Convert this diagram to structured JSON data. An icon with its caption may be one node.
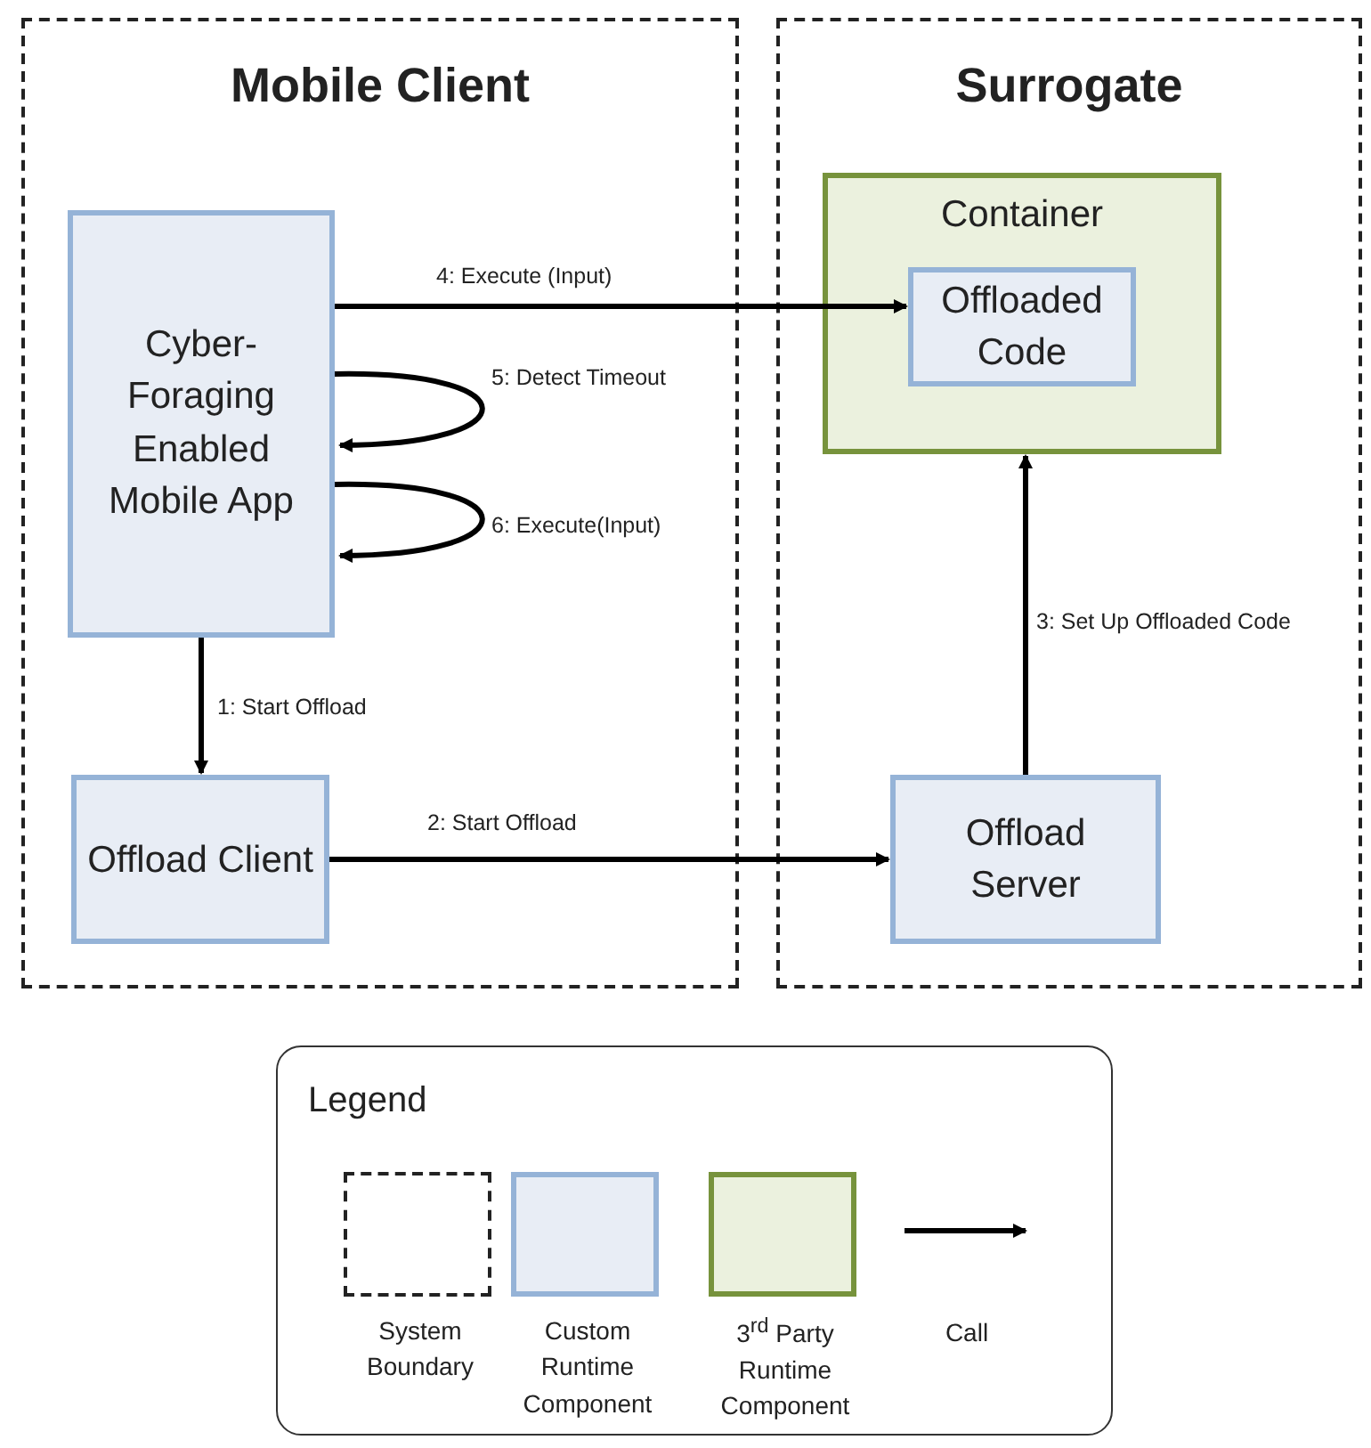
{
  "diagram": {
    "nodes": [
      {
        "text": [
          "Mobile Client"
        ]
      },
      {
        "text": [
          "Surrogate"
        ]
      },
      {
        "text": [
          "Cyber-Foraging Enabled Mobile App"
        ],
        "in": 0
      },
      {
        "text": [
          "Offload Client"
        ],
        "in": 0
      },
      {
        "text": [
          "Container"
        ],
        "in": 1
      },
      {
        "text": [
          "Offloaded Code"
        ],
        "in": 4
      },
      {
        "text": [
          "Offload Server"
        ],
        "in": 1
      }
    ],
    "edges": [
      {
        "from": 2,
        "to": 5,
        "arrow": "to",
        "label": "4: Execute (Input)"
      },
      {
        "from": 2,
        "to": 2,
        "arrow": "to",
        "label": "5: Detect Timeout"
      },
      {
        "from": 2,
        "to": 2,
        "arrow": "to",
        "label": "6: Execute(Input)"
      },
      {
        "from": 2,
        "to": 3,
        "arrow": "to",
        "label": "1: Start Offload"
      },
      {
        "from": 3,
        "to": 6,
        "arrow": "to",
        "label": "2: Start Offload"
      },
      {
        "from": 6,
        "to": 4,
        "arrow": "to",
        "label": "3: Set Up Offloaded Code"
      }
    ],
    "labels": [
      "Legend"
    ],
    "legend": [
      {
        "text": "System Boundary"
      },
      {
        "text": "Custom Runtime Component",
        "color": "#e8edf5"
      },
      {
        "text": "3$^{rd}$ Party Runtime Component",
        "color": "#ebf1de"
      },
      {
        "text": "Call"
      }
    ]
  }
}
